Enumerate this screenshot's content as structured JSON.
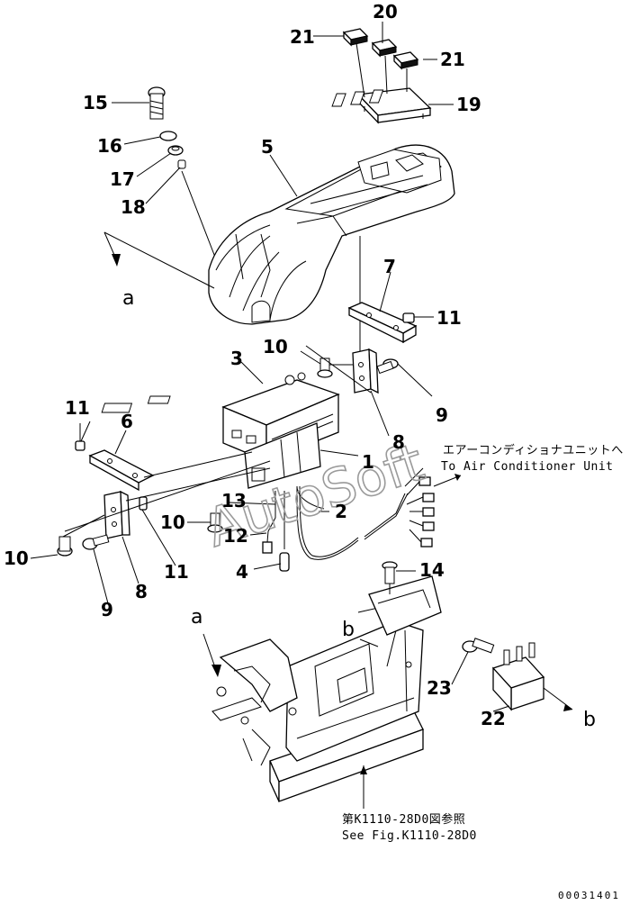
{
  "diagram": {
    "part_numbers": {
      "n1": "1",
      "n2": "2",
      "n3": "3",
      "n4": "4",
      "n5": "5",
      "n6": "6",
      "n7": "7",
      "n8a": "8",
      "n8b": "8",
      "n9a": "9",
      "n9b": "9",
      "n10a": "10",
      "n10b": "10",
      "n10c": "10",
      "n11a": "11",
      "n11b": "11",
      "n11c": "11",
      "n12": "12",
      "n13": "13",
      "n14": "14",
      "n15": "15",
      "n16": "16",
      "n17": "17",
      "n18": "18",
      "n19": "19",
      "n20": "20",
      "n21a": "21",
      "n21b": "21",
      "n22": "22",
      "n23": "23"
    },
    "ref_letters": {
      "a_top": "a",
      "a_bottom": "a",
      "b_mid": "b",
      "b_right": "b"
    },
    "notes": {
      "aircon_jp": "エアーコンディショナユニットへ",
      "aircon_en": "To Air Conditioner Unit",
      "see_fig_jp": "第K1110-28D0図参照",
      "see_fig_en": "See Fig.K1110-28D0"
    },
    "watermark": "AutoSoft",
    "footer_code": "00031401"
  }
}
